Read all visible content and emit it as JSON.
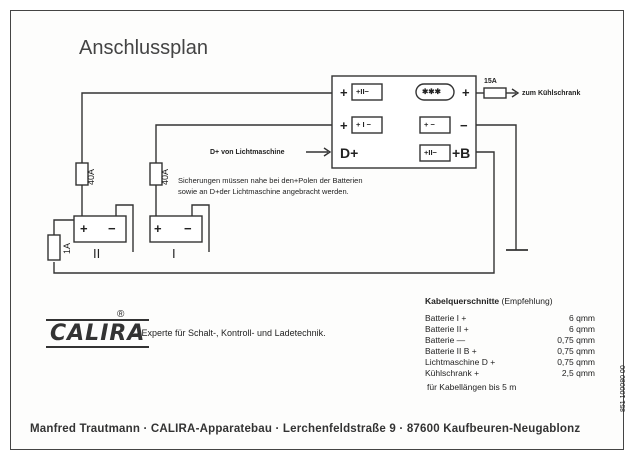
{
  "title": "Anschlussplan",
  "diagram": {
    "battery_1_label": "I",
    "battery_2_label": "II",
    "fuse_40a_left": "40A",
    "fuse_40a_right": "40A",
    "fuse_1a": "1A",
    "fuse_15a": "15A",
    "fridge_label": "zum Kühlschrank",
    "dynamo_label": "D+ von Lichtmaschine",
    "dplus_terminal": "D+",
    "b_terminal": "+B",
    "plus": "+",
    "minus": "−",
    "module_bat2": "+II−",
    "module_bat1": "+ I −",
    "module_bat2b": "+II−",
    "module_snow": "✱✱✱",
    "module_ground": "+ −",
    "note_line1": "Sicherungen müssen nahe bei den+Polen der Batterien",
    "note_line2": "sowie an D+der Lichtmaschine angebracht werden."
  },
  "brand": {
    "logo": "CALIRA",
    "registered": "®",
    "slogan": "– Experte für Schalt-, Kontroll- und Ladetechnik."
  },
  "cables": {
    "heading": "Kabelquerschnitte",
    "heading_note": "(Empfehlung)",
    "rows": [
      {
        "name": "Batterie I +",
        "value": "6 qmm"
      },
      {
        "name": "Batterie II +",
        "value": "6 qmm"
      },
      {
        "name": "Batterie —",
        "value": "0,75 qmm"
      },
      {
        "name": "Batterie II B +",
        "value": "0,75 qmm"
      },
      {
        "name": "Lichtmaschine D +",
        "value": "0,75 qmm"
      },
      {
        "name": "Kühlschrank +",
        "value": "2,5 qmm"
      }
    ],
    "footnote": "für Kabellängen bis 5 m"
  },
  "footer": "Manfred Trautmann · CALIRA-Apparatebau · Lerchenfeldstraße 9 · 87600 Kaufbeuren-Neugablonz",
  "doc_number": "851 100080 00"
}
